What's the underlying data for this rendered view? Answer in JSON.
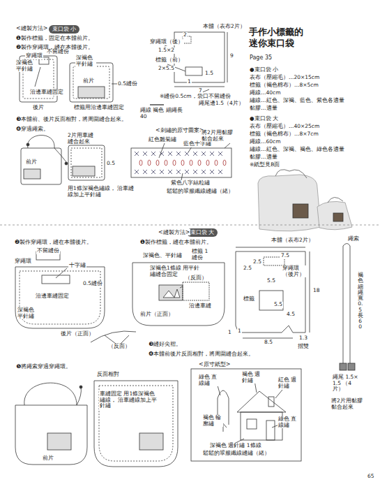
{
  "diagram": {
    "title": "手作小標籤的迷你束口袋",
    "nodes": [
      {
        "text": [
          "束口袋 小"
        ]
      },
      {
        "text": [
          "束口袋 大"
        ]
      }
    ],
    "labels": [
      "<縫製方法>",
      "❶製作標籤，固定在本體前片。",
      "❷製作穿繩環，縫在本體後片。",
      "穿繩環",
      "不留縫份",
      "深褐色 平針繡",
      "深褐色 平針繡",
      "前片",
      "0.5縫份",
      "沿邊車縫固定",
      "後片",
      "標籤用沿邊車縫固定",
      "本體（表布2片）",
      "2",
      "穿繩環（後）",
      "1.5×2",
      "標籤（前）",
      "2×5.5",
      "9",
      "1.5",
      "1",
      "7",
      "※縫份0.5cm，袋口不留縫份",
      "繩尾邊1.5（4片）",
      "繩線 褐色 細繩長40",
      "❸本體前、後片反面相對，將周圍縫合起來。",
      "❹穿過繩索。",
      "2片用車縫 縫合起來",
      "前片",
      "0.5",
      "用1條深褐色繡線， 沿車縫線加上平針繡",
      "<刺繡的原寸圖案>",
      "紅色雛菊繡",
      "藍色十字繡",
      "紫色八字結粒繡",
      "鬆鬆的翠服纖線縫繡（緒）",
      "將2片用黏膠 黏合起來",
      "Page 35",
      "●束口袋 小",
      "表布（壓縮毛）…20×15cm",
      "標籤（褐色棉布）…8×5cm",
      "繩線…40cm",
      "繡線…紅色、深褐、藍色、紫色各適量",
      "黏膠…適量",
      "●束口袋 大",
      "表布（壓縮毛）…40×25cm",
      "標籤（褐色棉布）…8×7cm",
      "繩線…60cm",
      "繡線…紅色、深褐、褐色、綠色各適量",
      "黏膠…適量",
      "※紙型見B面",
      "<縫製方法>",
      "❷製作穿繩環，縫在本體後片。",
      "❶製作標籤，縫在本體前片。",
      "不留縫份",
      "穿繩環",
      "十字繡",
      "0.5縫份",
      "沿邊車縫固定",
      "深褐色 平針繡",
      "後片（正面）",
      "深褐色、平針繡",
      "深褐色1條線 用平針繡縫合固定",
      "前片（正面）",
      "標籤 1縫份",
      "（反面）",
      "沿邊車縫",
      "（反面）",
      "❸縫好尖褶。",
      "❹本體前後片反面相對，將周圍縫合起來。",
      "❺將繩索穿過穿繩環。",
      "反面相對",
      "車縫固定 用1條深褐色繡線， 沿車縫線加上平針繡",
      "前片",
      "<原寸紙型>",
      "綠色 直線繡",
      "褐色 週針繡",
      "紅色 週針繡",
      "褐色 輪廓繡",
      "綠色 直線繡",
      "深褐色 週針繡 1條線",
      "鬆鬆的翠服纖線縫繡（緒）",
      "本體（表布2片）",
      "7.5",
      "2.5",
      "2.5",
      "穿繩環 （後片）",
      "5.5",
      "標籤",
      "5.5",
      "4.5",
      "18",
      "1",
      "1",
      "8.5",
      "1.3",
      "摺雙",
      "繩索",
      "褐色細繩寬0.5長60",
      "繩尾 1.5×1.5 （4片）",
      "將2片用黏膠 黏合起來",
      "65"
    ]
  }
}
